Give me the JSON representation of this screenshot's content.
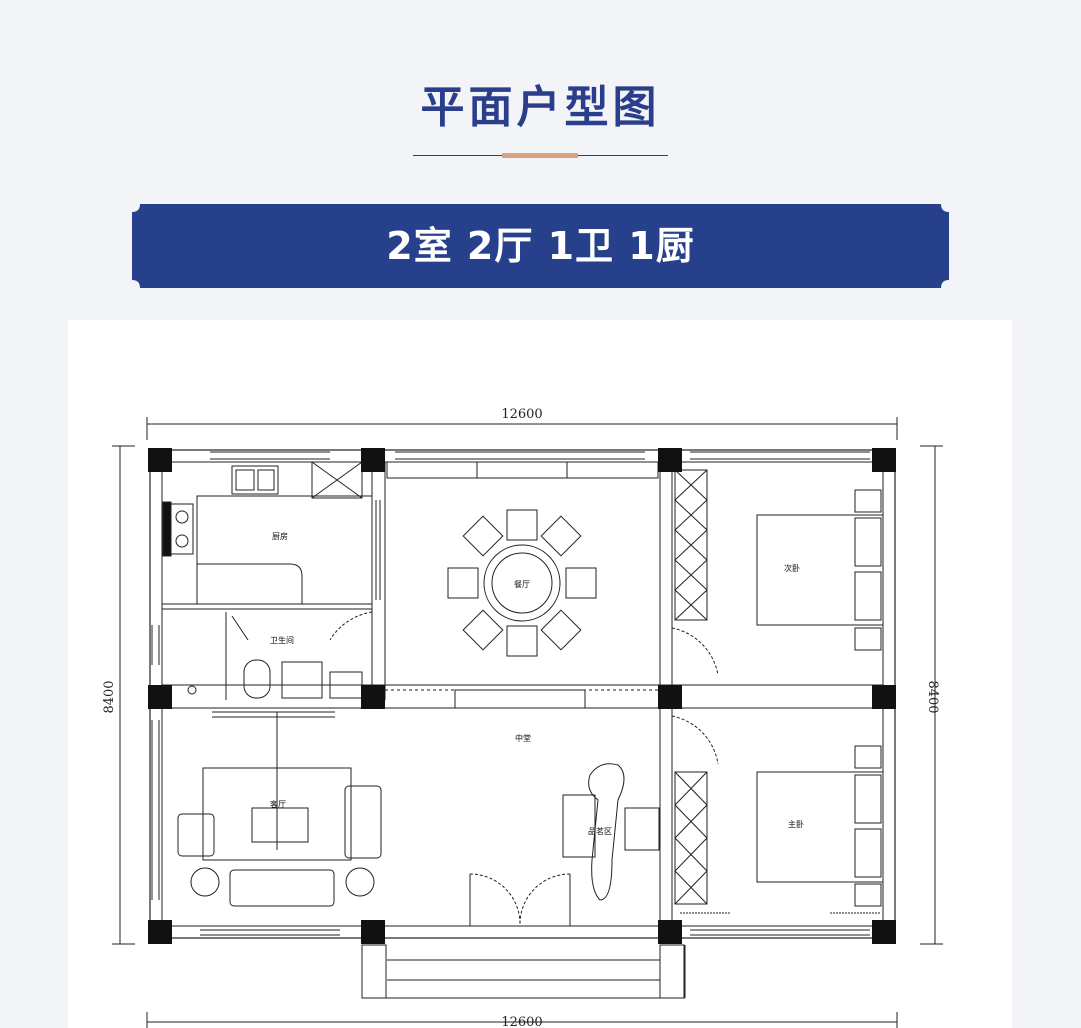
{
  "header": {
    "title": "平面户型图",
    "colors": {
      "title": "#2a3e8c",
      "accent": "#d9a27f",
      "banner": "#27408b"
    }
  },
  "banner": {
    "text": "2室 2厅 1卫 1厨"
  },
  "floorplan": {
    "dimensions": {
      "top": "12600",
      "bottom": "12600",
      "left": "8400",
      "right": "8400"
    },
    "rooms": {
      "kitchen": "厨房",
      "bathroom": "卫生间",
      "dining": "餐厅",
      "second_bedroom": "次卧",
      "hall": "中堂",
      "living": "客厅",
      "tea_area": "品茗区",
      "master_bedroom": "主卧"
    }
  }
}
